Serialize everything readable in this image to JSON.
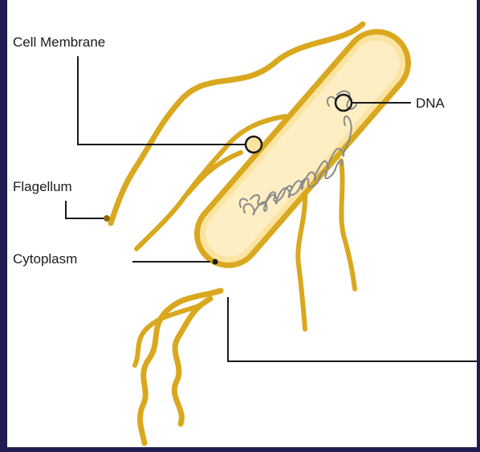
{
  "diagram": {
    "labels": {
      "cell_membrane": "Cell Membrane",
      "flagellum": "Flagellum",
      "cytoplasm": "Cytoplasm",
      "dna": "DNA"
    },
    "colors": {
      "body_fill": "#fbe4a2",
      "body_outline": "#d9a81e",
      "flagella": "#d9a81e",
      "dna_squiggle": "#8a8a8a",
      "leader_lines": "#1a1a1a",
      "frame": "#1f1d52"
    }
  }
}
